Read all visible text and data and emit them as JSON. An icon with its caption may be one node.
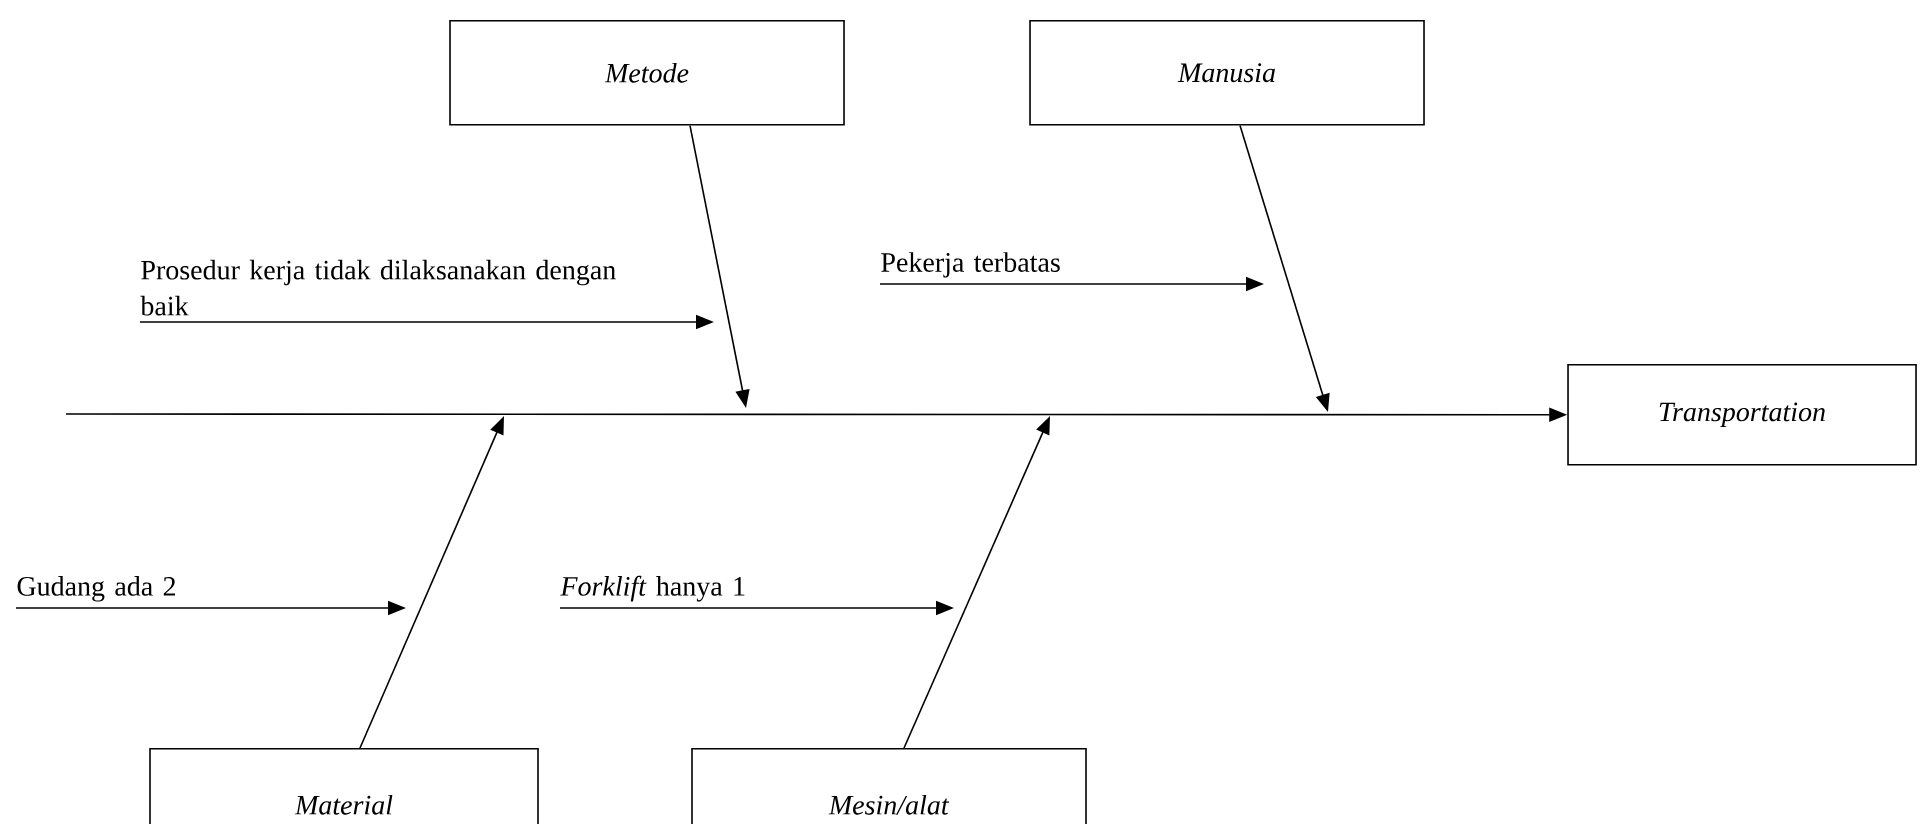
{
  "diagram": {
    "nodes": [
      {
        "text": [
          "*Metode*"
        ]
      },
      {
        "text": [
          "*Manusia*"
        ]
      },
      {
        "text": [
          "*Transportation*"
        ]
      },
      {
        "text": [
          "*Material*"
        ]
      },
      {
        "text": [
          "*Mesin/alat*"
        ]
      },
      {
        "text": [
          "Prosedur kerja tidak dilaksanakan dengan baik"
        ]
      },
      {
        "text": [
          "Pekerja terbatas"
        ]
      },
      {
        "text": [
          "Gudang ada 2"
        ]
      },
      {
        "text": [
          "*Forklift* hanya 1"
        ]
      }
    ],
    "edges": [
      {
        "from": null,
        "to": 2,
        "arrow": "to"
      },
      {
        "from": 0,
        "to": null,
        "arrow": "to"
      },
      {
        "from": 1,
        "to": null,
        "arrow": "to"
      },
      {
        "from": 3,
        "to": null,
        "arrow": "to"
      },
      {
        "from": 4,
        "to": null,
        "arrow": "to"
      },
      {
        "from": 5,
        "to": null,
        "arrow": "to"
      },
      {
        "from": 6,
        "to": null,
        "arrow": "to"
      },
      {
        "from": 7,
        "to": null,
        "arrow": "to"
      },
      {
        "from": 8,
        "to": null,
        "arrow": "to"
      }
    ]
  }
}
